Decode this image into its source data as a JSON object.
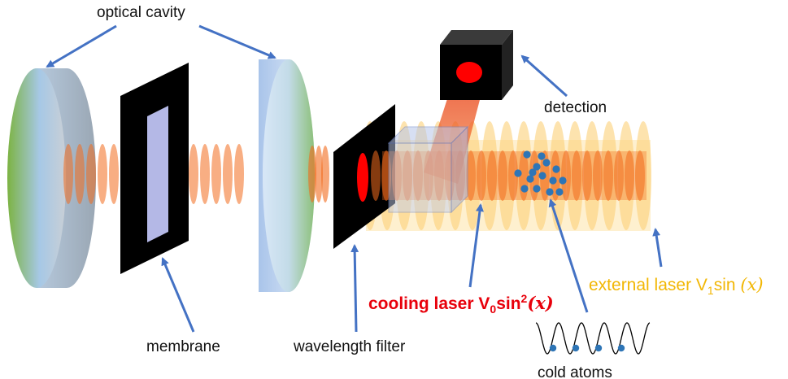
{
  "labels": {
    "optical_cavity": "optical cavity",
    "membrane": "membrane",
    "wavelength_filter": "wavelength filter",
    "detection": "detection",
    "cold_atoms": "cold atoms",
    "cooling_laser_prefix": "cooling laser V",
    "cooling_laser_sub": "0",
    "cooling_laser_fn": "sin",
    "cooling_laser_sup": "2",
    "cooling_laser_arg": "(x)",
    "external_laser_prefix": "external laser V",
    "external_laser_sub": "1",
    "external_laser_fn": "sin ",
    "external_laser_arg": "(x)"
  },
  "colors": {
    "arrow": "#4472c4",
    "cooling_text": "#e8000b",
    "external_text": "#f2b705",
    "beam_orange": "#f26b1d",
    "external_beam": "#fcd078",
    "atom": "#2e75b6",
    "detector_spot": "#ff0000"
  },
  "icons": {
    "detector": "black-cube-detector-icon",
    "mirror": "cavity-mirror-disc-icon",
    "atom": "atom-dot-icon"
  }
}
